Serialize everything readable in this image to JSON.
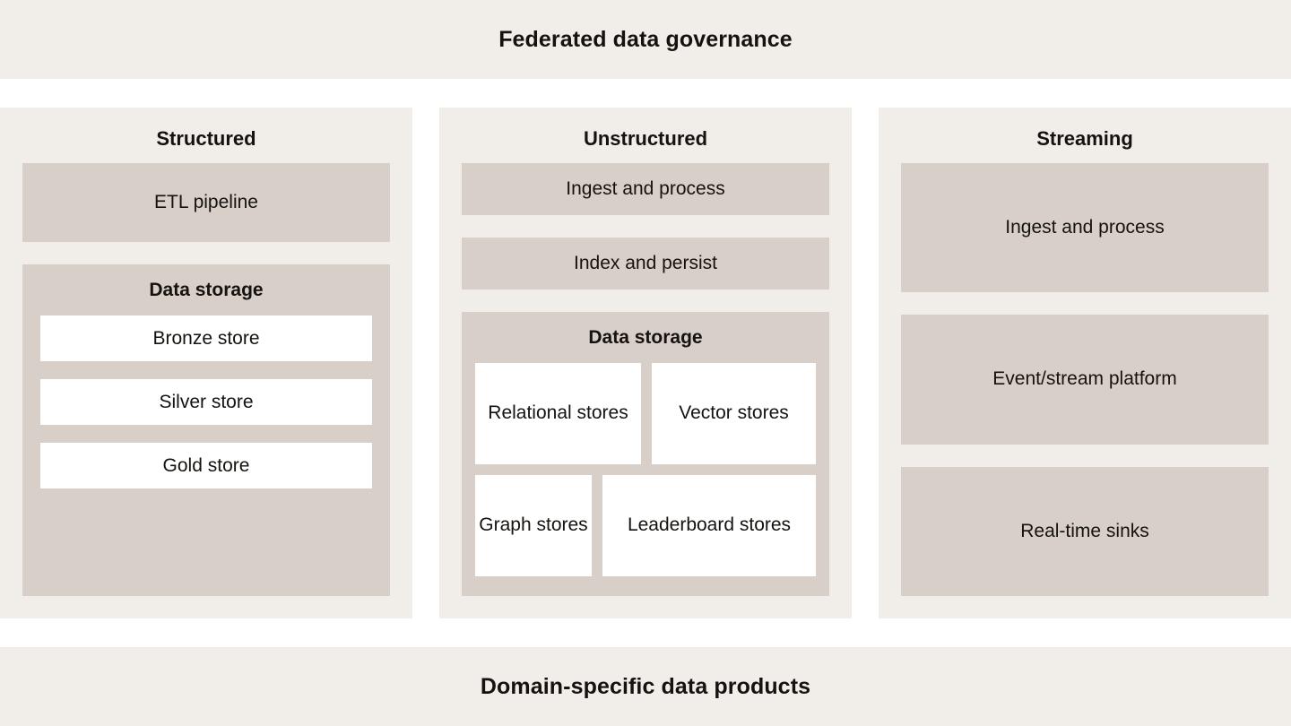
{
  "diagram": {
    "top_banner": {
      "title": "Federated data governance"
    },
    "bottom_banner": {
      "title": "Domain-specific data products"
    },
    "colors": {
      "banner_bg": "#F1EEEA",
      "column_bg": "#F1EEEA",
      "block_bg": "#D8CFC8",
      "leaf_bg": "#FFFFFF",
      "text": "#15120F",
      "page_bg": "#FFFFFF"
    },
    "columns": [
      {
        "id": "structured",
        "title": "Structured",
        "blocks": [
          {
            "type": "block",
            "label": "ETL pipeline"
          }
        ],
        "storage": {
          "title": "Data storage",
          "items": [
            {
              "label": "Bronze store"
            },
            {
              "label": "Silver store"
            },
            {
              "label": "Gold store"
            }
          ]
        }
      },
      {
        "id": "unstructured",
        "title": "Unstructured",
        "blocks": [
          {
            "type": "block",
            "label": "Ingest and process"
          },
          {
            "type": "block",
            "label": "Index and persist"
          }
        ],
        "storage": {
          "title": "Data storage",
          "rows": [
            [
              {
                "label": "Relational stores"
              },
              {
                "label": "Vector stores"
              }
            ],
            [
              {
                "label": "Graph stores"
              },
              {
                "label": "Leaderboard stores"
              }
            ]
          ]
        }
      },
      {
        "id": "streaming",
        "title": "Streaming",
        "blocks": [
          {
            "type": "block",
            "label": "Ingest and process"
          },
          {
            "type": "block",
            "label": "Event/stream platform"
          },
          {
            "type": "block",
            "label": "Real-time sinks"
          }
        ]
      }
    ]
  }
}
